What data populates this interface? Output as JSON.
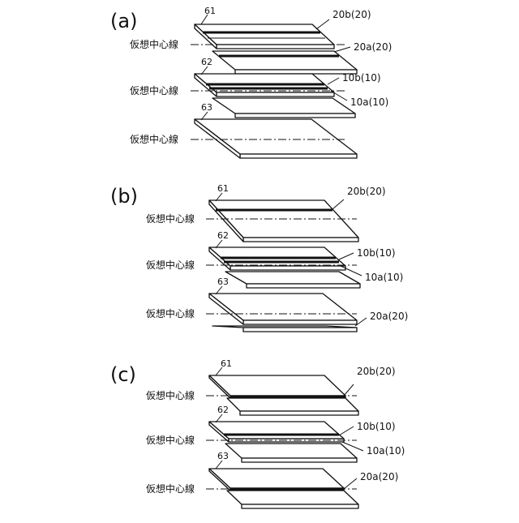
{
  "center_line_label": "仮想中心線",
  "panels": [
    {
      "panel_label": "(a)",
      "plates": [
        {
          "ref": "61",
          "callouts": [
            "20b(20)",
            "20a(20)"
          ]
        },
        {
          "ref": "62",
          "callouts": [
            "10b(10)",
            "10a(10)"
          ]
        },
        {
          "ref": "63",
          "callouts": []
        }
      ]
    },
    {
      "panel_label": "(b)",
      "plates": [
        {
          "ref": "61",
          "callouts": [
            "20b(20)"
          ]
        },
        {
          "ref": "62",
          "callouts": [
            "10b(10)",
            "10a(10)"
          ]
        },
        {
          "ref": "63",
          "callouts": [
            "20a(20)"
          ]
        }
      ]
    },
    {
      "panel_label": "(c)",
      "plates": [
        {
          "ref": "61",
          "callouts": [
            "20b(20)"
          ]
        },
        {
          "ref": "62",
          "callouts": [
            "10b(10)",
            "10a(10)"
          ]
        },
        {
          "ref": "63",
          "callouts": [
            "20a(20)"
          ]
        }
      ]
    }
  ]
}
